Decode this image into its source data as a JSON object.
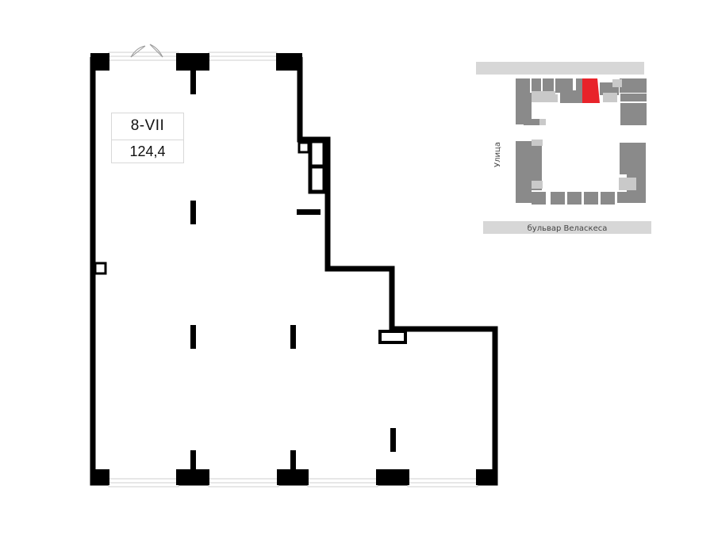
{
  "unit": {
    "code": "8-VII",
    "area": "124,4"
  },
  "location_map": {
    "street_left": "Улица",
    "street_bottom": "бульвар Веласкеса",
    "highlight_color": "#e8232a",
    "block_color": "#8a8a8a",
    "light_color": "#c9c9c9"
  },
  "plan": {
    "wall_color": "#000000"
  }
}
